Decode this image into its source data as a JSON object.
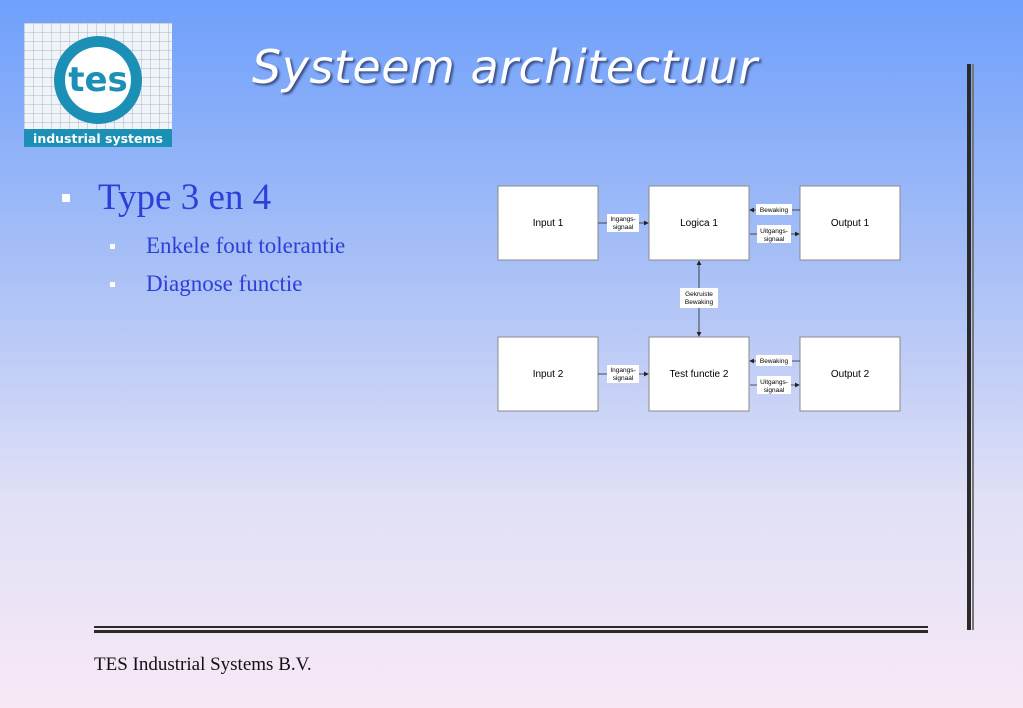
{
  "logo": {
    "text": "tes",
    "subtitle": "industrial systems",
    "accent": "#1b8fb5"
  },
  "slide": {
    "title": "Systeem architectuur"
  },
  "bullets": {
    "main": "Type 3 en 4",
    "sub": [
      "Enkele fout tolerantie",
      "Diagnose functie"
    ]
  },
  "diagram": {
    "blocks": {
      "input1": "Input 1",
      "logica1": "Logica 1",
      "output1": "Output 1",
      "input2": "Input 2",
      "test2": "Test functie 2",
      "output2": "Output 2"
    },
    "labels": {
      "ingang1": [
        "Ingangs-",
        "signaal"
      ],
      "bewaking1": "Bewaking",
      "uitgang1": [
        "Uitgangs-",
        "signaal"
      ],
      "gekruiste": [
        "Gekruiste",
        "Bewaking"
      ],
      "ingang2": [
        "Ingangs-",
        "signaal"
      ],
      "bewaking2": "Bewaking",
      "uitgang2": [
        "Uitgangs-",
        "signaal"
      ]
    }
  },
  "footer": {
    "company": "TES Industrial Systems B.V."
  }
}
